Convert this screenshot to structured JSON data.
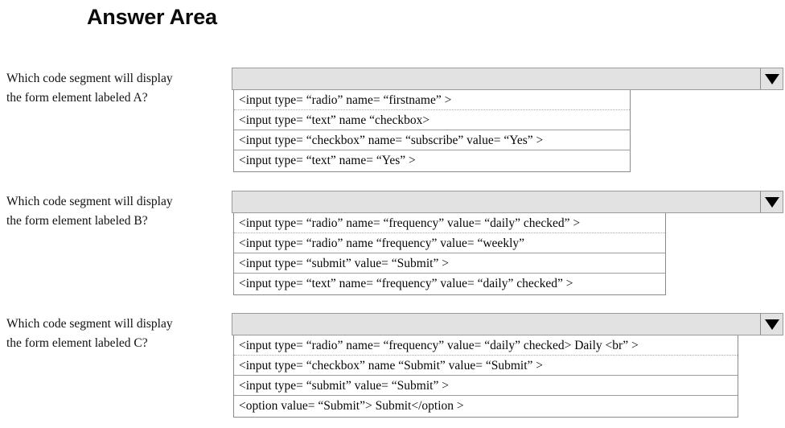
{
  "page": {
    "title": "Answer Area",
    "background_color": "#ffffff",
    "select_fill_color": "#e2e2e2",
    "select_border_color": "#9a9a9a",
    "list_border_color": "#8a8a8a",
    "arrow_color": "#000000"
  },
  "groups": [
    {
      "id": "group-a",
      "label_line1": "Which code segment will display",
      "label_line2": "the form element labeled A?",
      "select": {
        "value": "",
        "arrow_icon": "chevron-down-icon",
        "expanded": true
      },
      "options": [
        "<input type= “radio” name= “firstname” >",
        "<input type= “text” name “checkbox>",
        "<input type= “checkbox” name= “subscribe” value= “Yes” >",
        "<input type= “text” name= “Yes” >"
      ]
    },
    {
      "id": "group-b",
      "label_line1": "Which code segment will display",
      "label_line2": "the form element labeled B?",
      "select": {
        "value": "",
        "arrow_icon": "chevron-down-icon",
        "expanded": true
      },
      "options": [
        "<input type= “radio” name= “frequency” value= “daily” checked” >",
        "<input type= “radio” name “frequency” value= “weekly”",
        "<input type= “submit” value= “Submit” >",
        "<input type= “text” name= “frequency” value= “daily” checked” >"
      ]
    },
    {
      "id": "group-c",
      "label_line1": "Which code segment will display",
      "label_line2": "the form element labeled C?",
      "select": {
        "value": "",
        "arrow_icon": "chevron-down-icon",
        "expanded": true
      },
      "options": [
        "<input type= “radio” name= “frequency” value= “daily” checked> Daily <br” >",
        "<input type= “checkbox” name “Submit” value= “Submit” >",
        "<input type= “submit” value= “Submit” >",
        "<option value= “Submit”> Submit</option >"
      ]
    }
  ]
}
